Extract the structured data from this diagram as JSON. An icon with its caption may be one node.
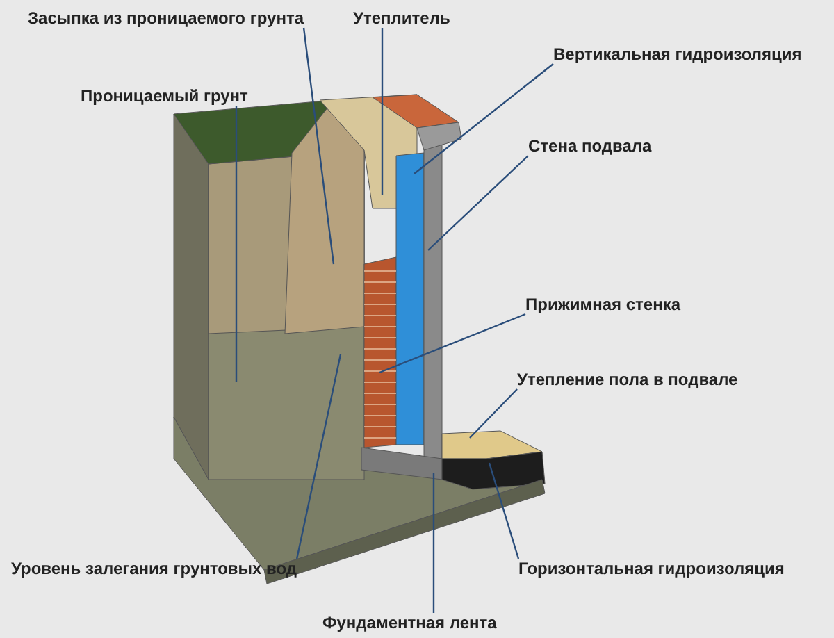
{
  "diagram": {
    "nodes": [
      {
        "text": [
          "Засыпка из проницаемого грунта"
        ]
      },
      {
        "text": [
          "Утеплитель"
        ]
      },
      {
        "text": [
          "Вертикальная гидроизоляция"
        ]
      },
      {
        "text": [
          "Проницаемый грунт"
        ]
      },
      {
        "text": [
          "Стена подвала"
        ]
      },
      {
        "text": [
          "Прижимная стенка"
        ]
      },
      {
        "text": [
          "Утепление пола в подвале"
        ]
      },
      {
        "text": [
          "Уровень залегания грунтовых вод"
        ]
      },
      {
        "text": [
          "Горизонтальная гидроизоляция"
        ]
      },
      {
        "text": [
          "Фундаментная лента"
        ]
      }
    ],
    "edges": [
      {
        "from": 0,
        "to": null,
        "arrow": "none"
      },
      {
        "from": 1,
        "to": null,
        "arrow": "none"
      },
      {
        "from": 2,
        "to": null,
        "arrow": "none"
      },
      {
        "from": 3,
        "to": null,
        "arrow": "none"
      },
      {
        "from": 4,
        "to": null,
        "arrow": "none"
      },
      {
        "from": 5,
        "to": null,
        "arrow": "none"
      },
      {
        "from": 6,
        "to": null,
        "arrow": "none"
      },
      {
        "from": 7,
        "to": null,
        "arrow": "none"
      },
      {
        "from": 8,
        "to": null,
        "arrow": "none"
      },
      {
        "from": 9,
        "to": null,
        "arrow": "none"
      }
    ]
  }
}
